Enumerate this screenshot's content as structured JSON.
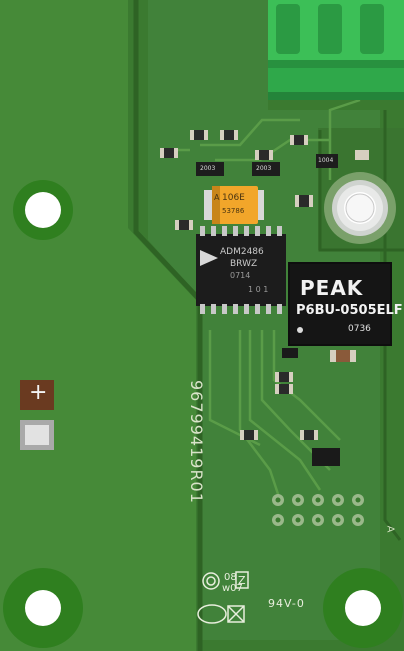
{
  "board": {
    "pcb_color": "#3f7a32",
    "copper_color": "#4a8a3a",
    "silk_color": "#e8eedd",
    "part_number": "96799419R01",
    "ul_mark": "94V-0",
    "date_code_top": "08",
    "date_code_bottom": "w07",
    "date_code_suffix": "Z",
    "corner_marker": "A"
  },
  "components": {
    "isolator_chip": {
      "line1": "ADM2486",
      "line2": "BRWZ",
      "line3": "0714",
      "line4": "1 0 1"
    },
    "dcdc_module": {
      "brand": "PEAK",
      "model": "P6BU-0505ELF",
      "code": "0736"
    },
    "tantalum_cap": {
      "line1": "106E",
      "line2": "53786",
      "prefix": "A"
    },
    "small_resistor_1": "2003",
    "small_resistor_2": "2003",
    "small_resistor_3": "1004",
    "polarity_plus": "+"
  }
}
